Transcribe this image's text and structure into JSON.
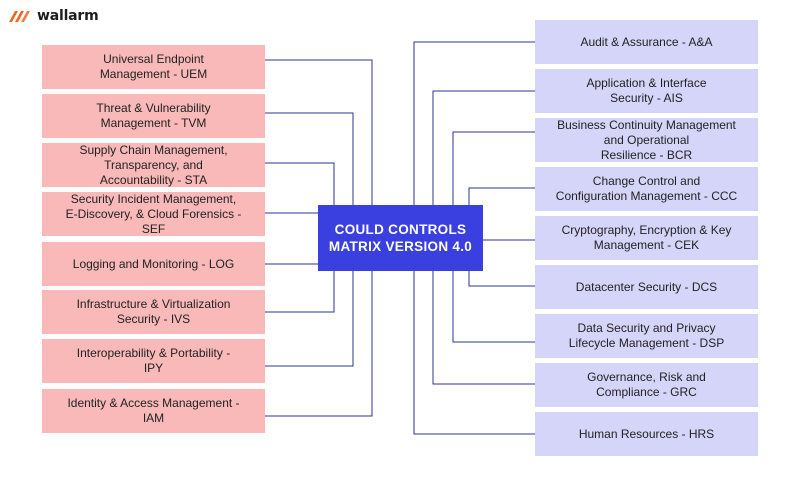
{
  "brand": {
    "name": "wallarm",
    "accent": "#f26522"
  },
  "center": {
    "line1": "COULD CONTROLS",
    "line2": "MATRIX VERSION 4.0",
    "color": "#3a3fe0"
  },
  "left_items": [
    {
      "line1": "Universal Endpoint",
      "line2": "Management - UEM",
      "line3": ""
    },
    {
      "line1": "Threat & Vulnerability",
      "line2": "Management - TVM",
      "line3": ""
    },
    {
      "line1": "Supply Chain Management,",
      "line2": "Transparency, and",
      "line3": "Accountability - STA"
    },
    {
      "line1": "Security Incident Management,",
      "line2": "E-Discovery, & Cloud Forensics -",
      "line3": "SEF"
    },
    {
      "line1": "Logging and Monitoring - LOG",
      "line2": "",
      "line3": ""
    },
    {
      "line1": "Infrastructure & Virtualization",
      "line2": "Security - IVS",
      "line3": ""
    },
    {
      "line1": "Interoperability & Portability -",
      "line2": "IPY",
      "line3": ""
    },
    {
      "line1": "Identity & Access Management -",
      "line2": "IAM",
      "line3": ""
    }
  ],
  "right_items": [
    {
      "line1": "Audit & Assurance - A&A",
      "line2": "",
      "line3": ""
    },
    {
      "line1": "Application & Interface",
      "line2": "Security - AIS",
      "line3": ""
    },
    {
      "line1": "Business Continuity Management",
      "line2": "and Operational",
      "line3": "Resilience - BCR"
    },
    {
      "line1": "Change Control and",
      "line2": "Configuration Management - CCC",
      "line3": ""
    },
    {
      "line1": "Cryptography, Encryption & Key",
      "line2": "Management - CEK",
      "line3": ""
    },
    {
      "line1": "Datacenter Security - DCS",
      "line2": "",
      "line3": ""
    },
    {
      "line1": "Data Security and Privacy",
      "line2": "Lifecycle Management - DSP",
      "line3": ""
    },
    {
      "line1": "Governance, Risk and",
      "line2": "Compliance - GRC",
      "line3": ""
    },
    {
      "line1": "Human Resources - HRS",
      "line2": "",
      "line3": ""
    }
  ],
  "colors": {
    "left_fill": "#f9b9b9",
    "right_fill": "#d5d5fa",
    "connector": "#2b3590"
  }
}
